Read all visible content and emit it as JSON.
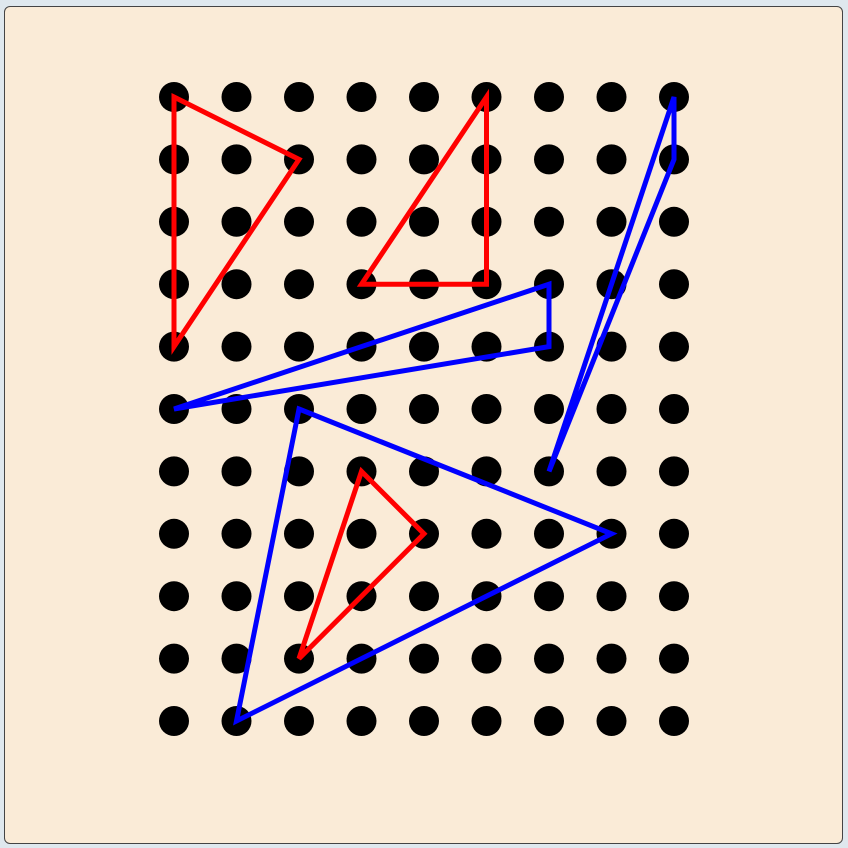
{
  "geoboard": {
    "background": "#faebd7",
    "peg_color": "#000000",
    "columns": 9,
    "rows": 11,
    "shapes": [
      {
        "id": "red-triangle-1",
        "color": "#ff0000",
        "points": [
          [
            0,
            0
          ],
          [
            2,
            1
          ],
          [
            0,
            4
          ]
        ]
      },
      {
        "id": "red-triangle-2",
        "color": "#ff0000",
        "points": [
          [
            5,
            0
          ],
          [
            5,
            3
          ],
          [
            3,
            3
          ]
        ]
      },
      {
        "id": "red-triangle-3",
        "color": "#ff0000",
        "points": [
          [
            3,
            6
          ],
          [
            4,
            7
          ],
          [
            2,
            9
          ]
        ]
      },
      {
        "id": "blue-triangle-1",
        "color": "#0000ff",
        "points": [
          [
            6,
            3
          ],
          [
            6,
            4
          ],
          [
            0,
            5
          ]
        ]
      },
      {
        "id": "blue-triangle-2",
        "color": "#0000ff",
        "points": [
          [
            8,
            0
          ],
          [
            8,
            1
          ],
          [
            6,
            6
          ]
        ]
      },
      {
        "id": "blue-triangle-3",
        "color": "#0000ff",
        "points": [
          [
            2,
            5
          ],
          [
            7,
            7
          ],
          [
            1,
            10
          ]
        ]
      }
    ]
  }
}
